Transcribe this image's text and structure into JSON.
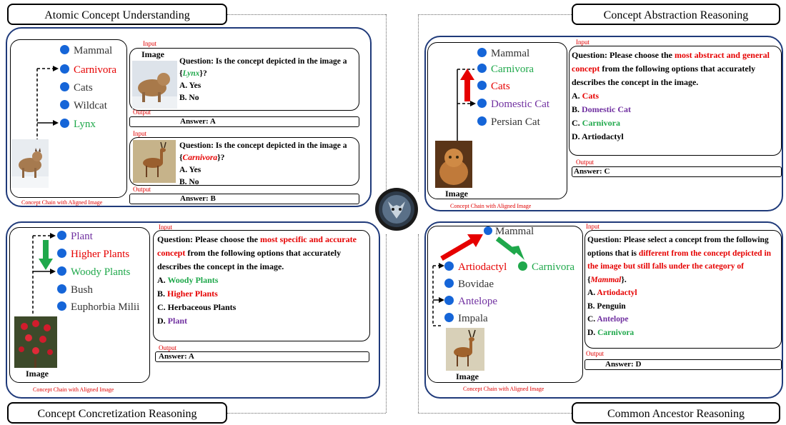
{
  "quadrants": {
    "tl": {
      "title": "Atomic Concept Understanding",
      "caption": "Concept Chain with Aligned Image",
      "chain": [
        "Mammal",
        "Carnivora",
        "Cats",
        "Wildcat",
        "Lynx"
      ],
      "input1_label": "Input",
      "image_label": "Image",
      "q1_prefix": "Question: Is the concept depicted in the image a {",
      "q1_concept": "Lynx",
      "q1_suffix": "}?",
      "q1_optA": "A. Yes",
      "q1_optB": "B. No",
      "output1_label": "Output",
      "answer1": "Answer: A",
      "input2_label": "Input",
      "q2_prefix": "Question: Is the concept depicted in the image a {",
      "q2_concept": "Carnivora",
      "q2_suffix": "}?",
      "q2_optA": "A. Yes",
      "q2_optB": "B. No",
      "output2_label": "Output",
      "answer2": "Answer: B"
    },
    "tr": {
      "title": "Concept Abstraction Reasoning",
      "caption": "Concept Chain with Aligned Image",
      "chain": [
        "Mammal",
        "Carnivora",
        "Cats",
        "Domestic Cat",
        "Persian Cat"
      ],
      "image_label": "Image",
      "input_label": "Input",
      "q_prefix": "Question: Please choose the ",
      "q_highlight": "most abstract and general concept",
      "q_suffix": " from the following options that accurately describes the concept in the image.",
      "optA_letter": "A. ",
      "optA": "Cats",
      "optB_letter": "B. ",
      "optB": "Domestic Cat",
      "optC_letter": "C. ",
      "optC": "Carnivora",
      "optD": "D. Artiodactyl",
      "output_label": "Output",
      "answer": "Answer: C"
    },
    "bl": {
      "title": "Concept Concretization Reasoning",
      "caption": "Concept Chain with Aligned Image",
      "chain": [
        "Plant",
        "Higher Plants",
        "Woody Plants",
        "Bush",
        "Euphorbia Milii"
      ],
      "image_label": "Image",
      "input_label": "Input",
      "q_prefix": "Question: Please choose the ",
      "q_highlight": "most specific and accurate concept",
      "q_suffix": " from the following options that accurately describes the concept in the image.",
      "optA_letter": "A. ",
      "optA": "Woody Plants",
      "optB_letter": "B. ",
      "optB": "Higher Plants",
      "optC": "C. Herbaceous Plants",
      "optD_letter": "D. ",
      "optD": "Plant",
      "output_label": "Output",
      "answer": "Answer: A"
    },
    "br": {
      "title": "Common Ancestor Reasoning",
      "caption": "Concept Chain with Aligned Image",
      "chain": [
        "Mammal",
        "Artiodactyl",
        "Carnivora",
        "Bovidae",
        "Antelope",
        "Impala"
      ],
      "image_label": "Image",
      "input_label": "Input",
      "q_prefix": "Question: Please select a concept from the following options that is ",
      "q_highlight": "different from the concept depicted in the image but still falls under the category of",
      "q_open": " {",
      "q_concept": "Mammal",
      "q_close": "}.",
      "optA_letter": "A. ",
      "optA": "Artiodactyl",
      "optB": "B. Penguin",
      "optC_letter": "C. ",
      "optC": "Antelope",
      "optD_letter": "D. ",
      "optD": "Carnivora",
      "output_label": "Output",
      "answer": "Answer: D"
    }
  },
  "colors": {
    "panel_border": "#1f3a7a",
    "node_blue": "#1565d8",
    "green": "#1fa84b",
    "red": "#e60000",
    "purple": "#7030a0"
  },
  "icons": [
    "wolf-logo-icon",
    "lynx-photo",
    "antelope-photo",
    "persian-cat-photo",
    "euphorbia-photo",
    "impala-photo"
  ]
}
